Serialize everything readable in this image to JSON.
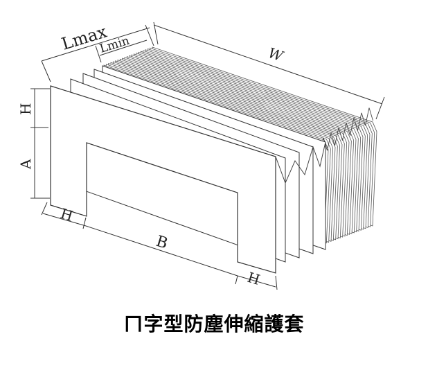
{
  "labels": {
    "lmax": "Lmax",
    "lmin": "Lmin",
    "w": "W",
    "h_top": "H",
    "a": "A",
    "h_left": "H",
    "b": "B",
    "h_right": "H"
  },
  "caption": "ㄇ字型防塵伸縮護套",
  "colors": {
    "line": "#333333",
    "fill": "#ffffff"
  }
}
